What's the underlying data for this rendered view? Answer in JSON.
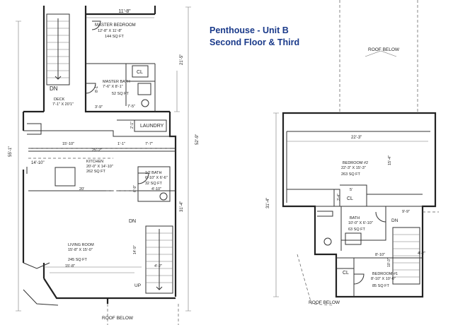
{
  "title": {
    "line1": "Penthouse - Unit B",
    "line2": "Second Floor & Third"
  },
  "rooms": {
    "master_bedroom": {
      "name": "MASTER BEDROOM",
      "dims": "12'-8\" X 11'-8\"",
      "area": "144 SQ FT"
    },
    "master_bath": {
      "name": "MASTER BATH",
      "dims": "7'-6\" X 8'-1\"",
      "area": "52 SQ FT"
    },
    "deck": {
      "name": "DECK",
      "dims": "7'-1\" X 20'1\""
    },
    "kitchen": {
      "name": "KITCHEN",
      "dims": "20'-0\" X 14'-10\"",
      "area": "262 SQ FT"
    },
    "half_bath": {
      "name": "1/2 BATH",
      "dims": "6'-10\" X 6'-6\"",
      "area": "32 SQ FT"
    },
    "living_room": {
      "name": "LIVING ROOM",
      "dims": "15'-8\" X 15'-0\"",
      "area": "245 SQ FT"
    },
    "bedroom2": {
      "name": "BEDROOM #2",
      "dims": "22'-3\" X 15'-3\"",
      "area": "263 SQ FT"
    },
    "bath": {
      "name": "BATH",
      "dims": "10'-0\" X 6'-10\"",
      "area": "63 SQ FT"
    },
    "bedroom1": {
      "name": "BEDROOM #1",
      "dims": "8'-10\" X 10'-0\"",
      "area": "85 SQ FT"
    }
  },
  "labels": {
    "laundry": "LAUNDRY",
    "cl": "CL",
    "dn": "DN",
    "up": "UP",
    "roof_below": "ROOF BELOW"
  },
  "dimensions": {
    "d_11_8": "11'-8\"",
    "d_21_5": "21'-5\"",
    "d_55_1": "55'-1\"",
    "d_52_9": "52'-9\"",
    "d_31_4": "31'-4\"",
    "d_8_1": "8'-1\"",
    "d_3_9": "3'-9\"",
    "d_7_5": "7'-5\"",
    "d_2_1": "2'-1\"",
    "d_15_10": "15'-10\"",
    "d_1_1": "1'-1\"",
    "d_7_7": "7'-7\"",
    "d_25_2": "25'-2\"",
    "d_14_10": "14'-10\"",
    "d_20": "20'",
    "d_6_9": "6'-9\"",
    "d_4_10": "4'-10\"",
    "d_14_9": "14'-9\"",
    "d_15_8": "15'-8\"",
    "d_4_2": "4'-2\"",
    "d_22_3": "22'-3\"",
    "d_15_4": "15'-4\"",
    "d_5": "5'",
    "d_3_4": "3'-4\"",
    "d_9_9": "9'-9\"",
    "d_8_10": "8'-10\"",
    "d_10_3": "10'-3\"",
    "d_2_5": "2'-5\""
  }
}
